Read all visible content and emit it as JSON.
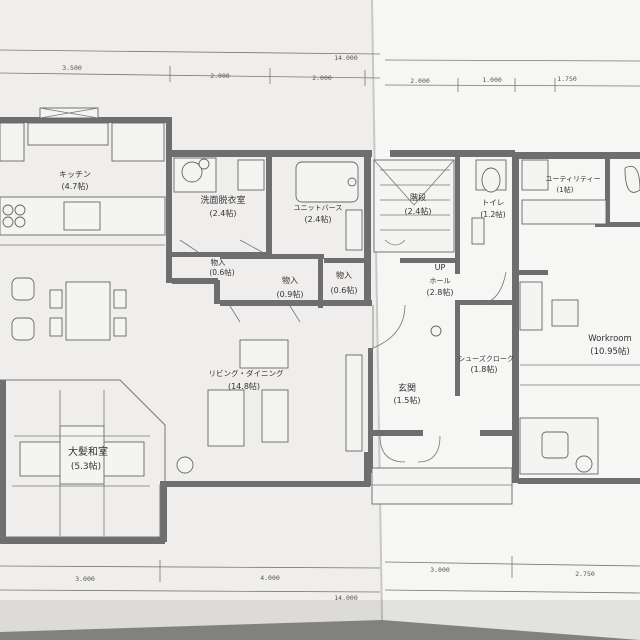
{
  "rooms": {
    "kitchen": {
      "name": "キッチン",
      "size": "(4.7帖)"
    },
    "washroom": {
      "name": "洗面脱衣室",
      "size": "(2.4帖)"
    },
    "unit_bath": {
      "name": "ユニットバース",
      "size": "(2.4帖)"
    },
    "stairs": {
      "name": "階段",
      "size": "(2.4帖)"
    },
    "toilet": {
      "name": "トイレ",
      "size": "(1.2帖)"
    },
    "utility": {
      "name": "ユーティリティー",
      "size": "(1帖)"
    },
    "storage_a": {
      "name": "物入",
      "size": "(0.6帖)"
    },
    "storage_b": {
      "name": "物入",
      "size": "(0.9帖)"
    },
    "storage_c": {
      "name": "物入",
      "size": "(0.6帖)"
    },
    "hall": {
      "up": "UP",
      "name": "ホール",
      "size": "(2.8帖)"
    },
    "workroom": {
      "name": "Workroom",
      "size": "(10.95帖)"
    },
    "shoe_closet": {
      "name": "シューズクローク",
      "size": "(1.8帖)"
    },
    "living": {
      "name": "リビング・ダイニング",
      "size": "(14.8帖)"
    },
    "entrance": {
      "name": "玄関",
      "size": "(1.5帖)"
    },
    "japanese_room": {
      "name": "大髪和室",
      "size": "(5.3帖)"
    }
  },
  "dimensions": {
    "top_total": "14.000",
    "top": [
      "3.500",
      "2.000",
      "2.000",
      "2.000",
      "1.000",
      "1.750"
    ],
    "bottom": [
      "3.000",
      "4.000",
      "3.000",
      "2.750"
    ],
    "bottom_total": "14.000"
  }
}
